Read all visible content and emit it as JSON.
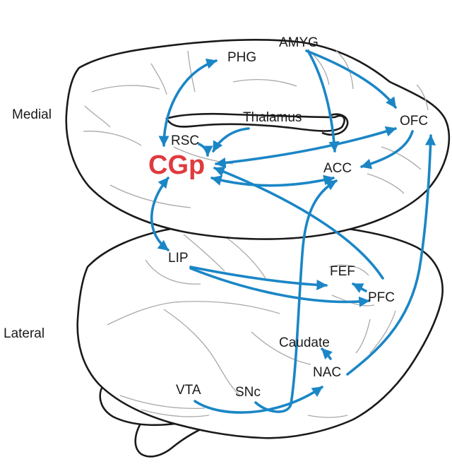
{
  "colors": {
    "connection": "#1b86c6",
    "focus_region": "#e03a3e",
    "outline": "#1a1a1a",
    "sulcus": "#a9a9a9"
  },
  "views": {
    "medial": "Medial",
    "lateral": "Lateral"
  },
  "focus_region": "CGp",
  "regions": {
    "phg": "PHG",
    "amyg": "AMYG",
    "thalamus": "Thalamus",
    "rsc": "RSC",
    "ofc": "OFC",
    "acc": "ACC",
    "lip": "LIP",
    "fef": "FEF",
    "pfc": "PFC",
    "caudate": "Caudate",
    "nac": "NAC",
    "vta": "VTA",
    "snc": "SNc"
  },
  "connections": [
    {
      "from": "CGp",
      "to": "PHG",
      "direction": "bidirectional"
    },
    {
      "from": "Thalamus",
      "to": "CGp",
      "direction": "one-way"
    },
    {
      "from": "RSC",
      "to": "CGp",
      "direction": "one-way"
    },
    {
      "from": "AMYG",
      "to": "OFC",
      "direction": "one-way"
    },
    {
      "from": "AMYG",
      "to": "ACC",
      "direction": "one-way"
    },
    {
      "from": "CGp",
      "to": "OFC",
      "direction": "bidirectional"
    },
    {
      "from": "OFC",
      "to": "ACC",
      "direction": "one-way"
    },
    {
      "from": "CGp",
      "to": "ACC",
      "direction": "bidirectional"
    },
    {
      "from": "PFC",
      "to": "CGp",
      "direction": "one-way"
    },
    {
      "from": "CGp",
      "to": "LIP",
      "direction": "bidirectional"
    },
    {
      "from": "LIP",
      "to": "FEF",
      "direction": "one-way"
    },
    {
      "from": "LIP",
      "to": "PFC",
      "direction": "one-way"
    },
    {
      "from": "PFC",
      "to": "FEF",
      "direction": "one-way"
    },
    {
      "from": "NAC",
      "to": "Caudate",
      "direction": "one-way"
    },
    {
      "from": "NAC",
      "to": "OFC",
      "direction": "one-way"
    },
    {
      "from": "VTA",
      "to": "NAC",
      "direction": "one-way"
    },
    {
      "from": "SNc",
      "to": "ACC",
      "direction": "one-way"
    }
  ]
}
